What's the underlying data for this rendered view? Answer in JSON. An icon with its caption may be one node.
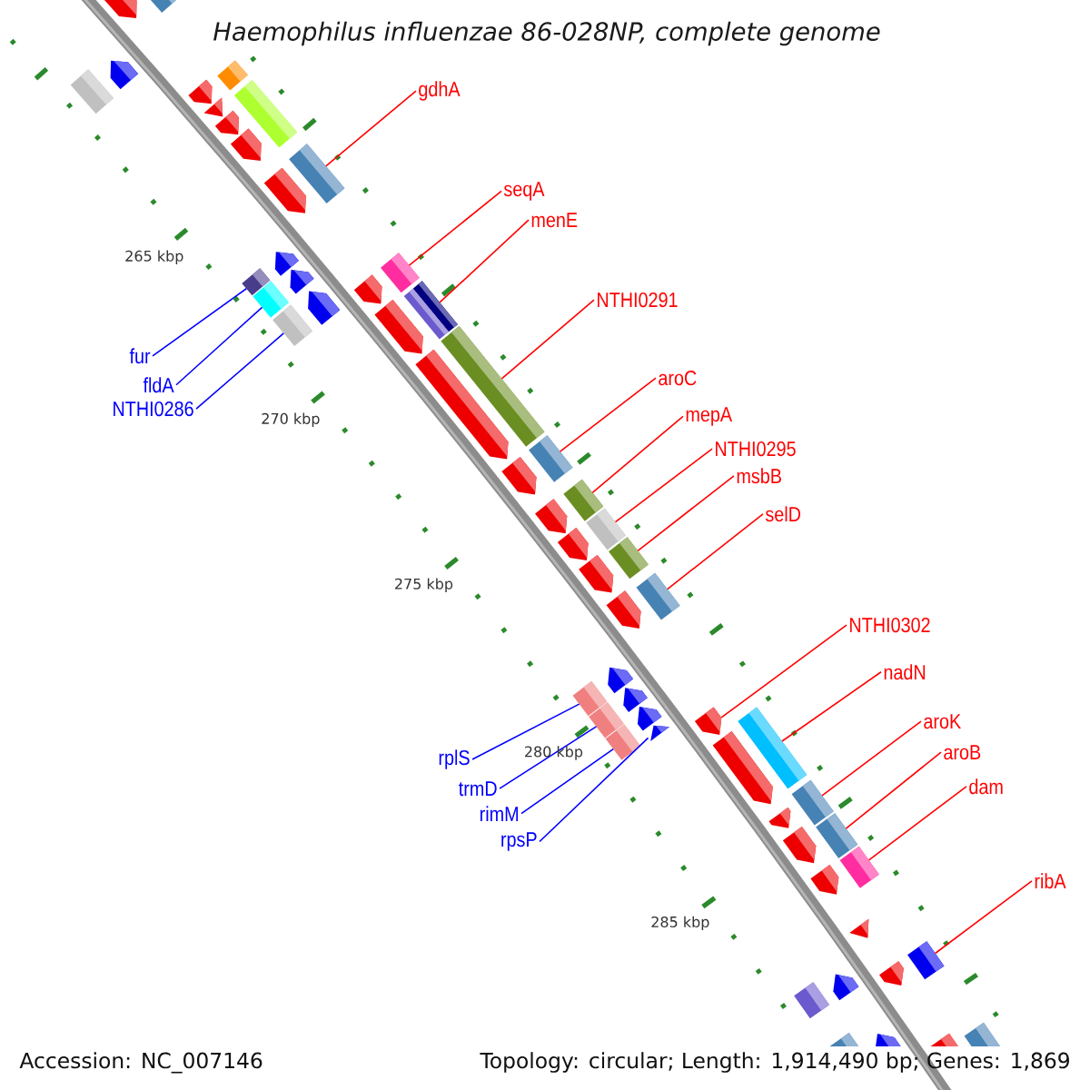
{
  "diagram": {
    "title": "Haemophilus influenzae 86-028NP, complete genome",
    "nodes": [
      {
        "text": [
          "gdhA"
        ]
      },
      {
        "text": [
          "seqA"
        ]
      },
      {
        "text": [
          "menE"
        ]
      },
      {
        "text": [
          "NTHI0291"
        ]
      },
      {
        "text": [
          "fur"
        ]
      },
      {
        "text": [
          "aroC"
        ]
      },
      {
        "text": [
          "fldA"
        ]
      },
      {
        "text": [
          "NTHI0286"
        ]
      },
      {
        "text": [
          "mepA"
        ]
      },
      {
        "text": [
          "NTHI0295"
        ]
      },
      {
        "text": [
          "msbB"
        ]
      },
      {
        "text": [
          "selD"
        ]
      },
      {
        "text": [
          "NTHI0302"
        ]
      },
      {
        "text": [
          "nadN"
        ]
      },
      {
        "text": [
          "aroK"
        ]
      },
      {
        "text": [
          "aroB"
        ]
      },
      {
        "text": [
          "rplS"
        ]
      },
      {
        "text": [
          "dam"
        ]
      },
      {
        "text": [
          "trmD"
        ]
      },
      {
        "text": [
          "rimM"
        ]
      },
      {
        "text": [
          "rpsP"
        ]
      },
      {
        "text": [
          "ribA"
        ]
      },
      {
        "text": [],
        "shape": "box"
      },
      {
        "text": [],
        "shape": "pentagon"
      },
      {
        "text": [],
        "shape": "pentagon"
      },
      {
        "text": [],
        "shape": "box"
      },
      {
        "text": [],
        "shape": "box"
      },
      {
        "text": [],
        "shape": "pentagon"
      },
      {
        "text": [],
        "shape": "triangle"
      },
      {
        "text": [],
        "shape": "box"
      },
      {
        "text": [],
        "shape": "pentagon"
      },
      {
        "text": [],
        "shape": "pentagon"
      },
      {
        "text": [],
        "shape": "box"
      },
      {
        "text": [],
        "shape": "pentagon"
      },
      {
        "text": [],
        "shape": "pentagon"
      },
      {
        "text": [],
        "shape": "box"
      },
      {
        "text": [],
        "shape": "pentagon"
      },
      {
        "text": [],
        "shape": "box"
      },
      {
        "text": [],
        "shape": "pentagon"
      },
      {
        "text": [],
        "shape": "box"
      },
      {
        "text": [],
        "shape": "pentagon"
      },
      {
        "text": [],
        "shape": "box"
      },
      {
        "text": [],
        "shape": "box"
      },
      {
        "text": [],
        "shape": "box"
      },
      {
        "text": [],
        "shape": "pentagon"
      },
      {
        "text": [],
        "shape": "box"
      },
      {
        "text": [],
        "shape": "pentagon"
      },
      {
        "text": [],
        "shape": "box"
      },
      {
        "text": [],
        "shape": "pentagon"
      },
      {
        "text": [],
        "shape": "box"
      },
      {
        "text": [],
        "shape": "pentagon"
      },
      {
        "text": [],
        "shape": "box"
      },
      {
        "text": [],
        "shape": "pentagon"
      },
      {
        "text": [],
        "shape": "box"
      },
      {
        "text": [],
        "shape": "pentagon"
      },
      {
        "text": [],
        "shape": "box"
      },
      {
        "text": [],
        "shape": "pentagon"
      },
      {
        "text": [],
        "shape": "pentagon"
      },
      {
        "text": [],
        "shape": "pentagon"
      },
      {
        "text": [],
        "shape": "box"
      },
      {
        "text": [],
        "shape": "pentagon"
      },
      {
        "text": [],
        "shape": "pentagon"
      },
      {
        "text": [],
        "shape": "box"
      },
      {
        "text": [],
        "shape": "triangle"
      },
      {
        "text": [],
        "shape": "box"
      },
      {
        "text": [],
        "shape": "box"
      },
      {
        "text": [],
        "shape": "pentagon"
      },
      {
        "text": [],
        "shape": "box"
      },
      {
        "text": [],
        "shape": "pentagon"
      },
      {
        "text": [],
        "shape": "box"
      },
      {
        "text": [],
        "shape": "pentagon"
      },
      {
        "text": [],
        "shape": "box"
      },
      {
        "text": [],
        "shape": "pentagon"
      },
      {
        "text": [],
        "shape": "triangle"
      },
      {
        "text": [],
        "shape": "box"
      },
      {
        "text": [],
        "shape": "pentagon"
      },
      {
        "text": [],
        "shape": "pentagon"
      },
      {
        "text": [],
        "shape": "box"
      },
      {
        "text": [],
        "shape": "box"
      },
      {
        "text": [],
        "shape": "pentagon"
      },
      {
        "text": [],
        "shape": "pentagon"
      },
      {
        "text": [],
        "shape": "box"
      }
    ],
    "edges": [
      {
        "from": 0,
        "to": 32,
        "arrow": "none"
      },
      {
        "from": 1,
        "to": 35,
        "arrow": "none"
      },
      {
        "from": 2,
        "to": 41,
        "arrow": "none"
      },
      {
        "from": 3,
        "to": 45,
        "arrow": "none"
      },
      {
        "from": 4,
        "to": 37,
        "arrow": "none",
        "color": "#0000ff"
      },
      {
        "from": 5,
        "to": 47,
        "arrow": "none"
      },
      {
        "from": 6,
        "to": 39,
        "arrow": "none",
        "color": "#0000ff"
      },
      {
        "from": 7,
        "to": 43,
        "arrow": "none",
        "color": "#0000ff"
      },
      {
        "from": 8,
        "to": 49,
        "arrow": "none"
      },
      {
        "from": 9,
        "to": 51,
        "arrow": "none"
      },
      {
        "from": 10,
        "to": 53,
        "arrow": "none"
      },
      {
        "from": 11,
        "to": 55,
        "arrow": "none"
      },
      {
        "from": 12,
        "to": 61,
        "arrow": "none"
      },
      {
        "from": 13,
        "to": 64,
        "arrow": "none"
      },
      {
        "from": 14,
        "to": 67,
        "arrow": "none"
      },
      {
        "from": 15,
        "to": 69,
        "arrow": "none"
      },
      {
        "from": 16,
        "to": 59,
        "arrow": "none",
        "color": "#0000ff"
      },
      {
        "from": 17,
        "to": 71,
        "arrow": "none"
      },
      {
        "from": 18,
        "to": 62,
        "arrow": "none",
        "color": "#0000ff"
      },
      {
        "from": 19,
        "to": 65,
        "arrow": "none",
        "color": "#0000ff"
      },
      {
        "from": 20,
        "to": 63,
        "arrow": "none",
        "color": "#0000ff"
      },
      {
        "from": 21,
        "to": 74,
        "arrow": "none"
      }
    ],
    "labels": [
      "265 kbp",
      "270 kbp",
      "275 kbp",
      "280 kbp",
      "285 kbp",
      "Accession: NC_007146",
      "Topology: circular; Length: 1,914,490 bp; Genes: 1,869"
    ]
  }
}
